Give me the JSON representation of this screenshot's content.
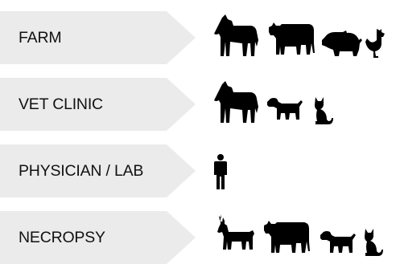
{
  "colors": {
    "tag_fill": "#ebebeb",
    "icon_fill": "#000000",
    "text": "#111111"
  },
  "rows": [
    {
      "label": "FARM",
      "icons": [
        "horse-icon",
        "cow-icon",
        "pig-icon",
        "chicken-icon"
      ]
    },
    {
      "label": "VET CLINIC",
      "icons": [
        "horse-icon",
        "dog-icon",
        "cat-icon"
      ]
    },
    {
      "label": "PHYSICIAN / LAB",
      "icons": [
        "person-icon"
      ]
    },
    {
      "label": "NECROPSY",
      "icons": [
        "deer-icon",
        "cow-icon",
        "dog-icon",
        "cat-icon"
      ]
    }
  ]
}
